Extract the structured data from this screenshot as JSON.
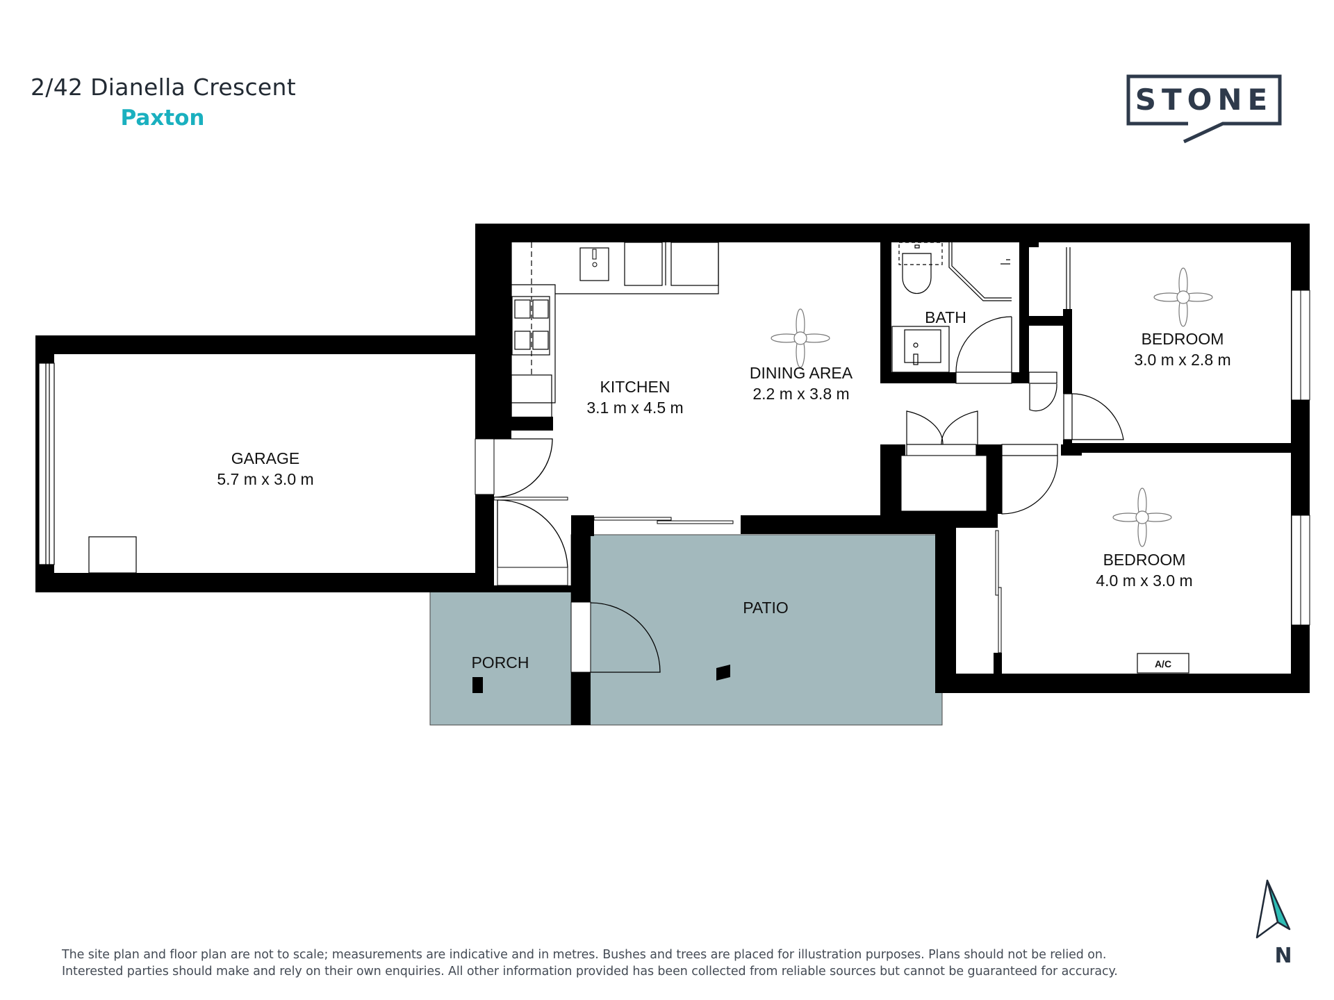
{
  "header": {
    "address": "2/42 Dianella Crescent",
    "suburb": "Paxton"
  },
  "logo": {
    "text": "STONE",
    "color": "#2e3a4b"
  },
  "colors": {
    "wall": "#000000",
    "outdoor_fill": "#a3b9bd",
    "suburb_accent": "#1ab0bf",
    "north_accent": "#2fbdb5"
  },
  "rooms": {
    "garage": {
      "name": "GARAGE",
      "dims": "5.7 m x 3.0 m"
    },
    "kitchen": {
      "name": "KITCHEN",
      "dims": "3.1 m x 4.5 m"
    },
    "dining": {
      "name": "DINING AREA",
      "dims": "2.2 m x 3.8 m"
    },
    "bath": {
      "name": "BATH"
    },
    "bedroom1": {
      "name": "BEDROOM",
      "dims": "3.0 m x 2.8 m"
    },
    "bedroom2": {
      "name": "BEDROOM",
      "dims": "4.0 m x 3.0 m"
    },
    "patio": {
      "name": "PATIO"
    },
    "porch": {
      "name": "PORCH"
    }
  },
  "fixtures": {
    "ac_label": "A/C"
  },
  "north_arrow": {
    "label": "N"
  },
  "disclaimer": {
    "line1": "The site plan and floor plan are not to scale; measurements are indicative and in metres. Bushes and trees are placed for illustration purposes. Plans should not be relied on.",
    "line2": "Interested parties should make and rely on their own enquiries. All other information provided has been collected from reliable sources but cannot be guaranteed for accuracy."
  }
}
